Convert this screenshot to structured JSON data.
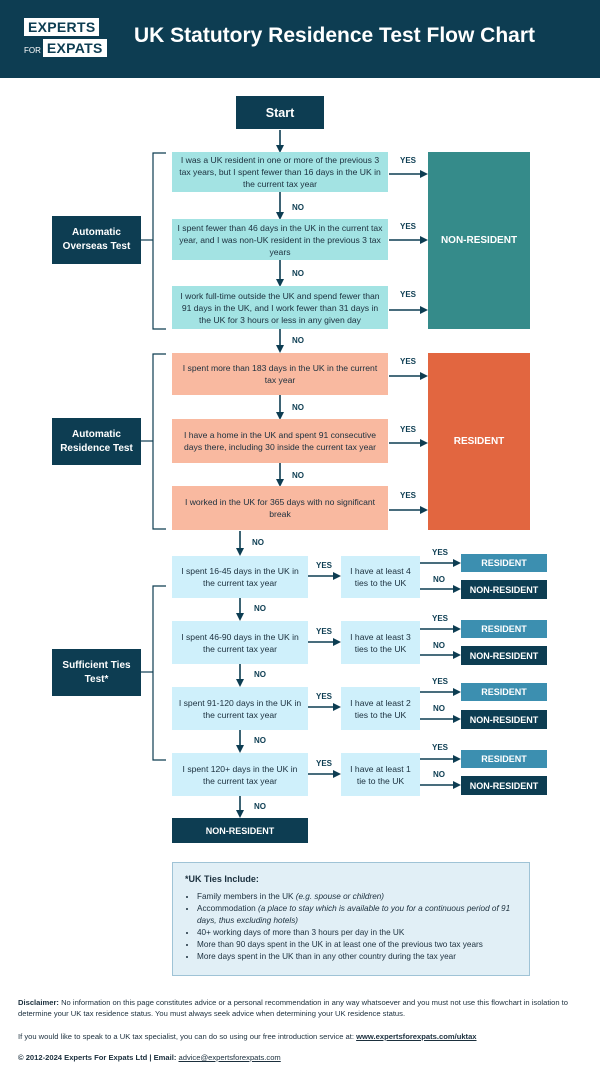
{
  "header": {
    "logo_top": "EXPERTS",
    "logo_for": "FOR",
    "logo_bottom": "EXPATS",
    "title": "UK Statutory Residence Test Flow Chart"
  },
  "start": "Start",
  "labels": {
    "yes": "YES",
    "no": "NO"
  },
  "overseas": {
    "test_label": "Automatic Overseas Test",
    "result": "NON-RESIDENT",
    "q1": "I was a UK resident in one or more of the previous 3 tax years, but I spent fewer than 16 days in the UK in the current tax year",
    "q2": "I spent fewer than 46 days in the UK in the current tax year, and I was non-UK resident in the previous 3 tax years",
    "q3": "I work full-time outside the UK and spend fewer than 91 days in the UK, and I work fewer than 31 days in the UK for 3 hours or less in any given day"
  },
  "residence": {
    "test_label": "Automatic Residence Test",
    "result": "RESIDENT",
    "q1": "I spent more than 183 days in the UK in the current tax year",
    "q2": "I have a home in the UK and spent 91 consecutive days there, including 30 inside the current tax year",
    "q3": "I worked in the UK for 365 days with no significant break"
  },
  "ties": {
    "test_label": "Sufficient Ties Test*",
    "rows": [
      {
        "days": "I spent 16-45 days in the UK in the current tax year",
        "tie": "I have at least 4 ties to the UK",
        "yes_result": "RESIDENT",
        "no_result": "NON-RESIDENT"
      },
      {
        "days": "I spent 46-90 days in the UK in the current tax year",
        "tie": "I have at least 3 ties to the UK",
        "yes_result": "RESIDENT",
        "no_result": "NON-RESIDENT"
      },
      {
        "days": "I spent 91-120 days in the UK in the current tax year",
        "tie": "I have at least 2 ties to the UK",
        "yes_result": "RESIDENT",
        "no_result": "NON-RESIDENT"
      },
      {
        "days": "I spent 120+ days in the UK in the current tax year",
        "tie": "I have at least 1 tie to the UK",
        "yes_result": "RESIDENT",
        "no_result": "NON-RESIDENT"
      }
    ],
    "final": "NON-RESIDENT"
  },
  "uk_ties": {
    "title": "*UK Ties Include:",
    "items": [
      {
        "text": "Family members in the UK ",
        "note": "(e.g. spouse or children)"
      },
      {
        "text": "Accommodation ",
        "note": "(a place to stay which is available to you for a continuous period of 91 days, thus excluding hotels)"
      },
      {
        "text": "40+ working days of more than 3 hours per day in the UK",
        "note": ""
      },
      {
        "text": "More than 90 days spent in the UK in at least one of the previous two tax years",
        "note": ""
      },
      {
        "text": "More days spent in the UK than in any other country during the tax year",
        "note": ""
      }
    ]
  },
  "footer": {
    "disclaimer_label": "Disclaimer:",
    "disclaimer_text": " No information on this page constitutes advice or a personal recommendation in any way whatsoever and you must not use this flowchart in isolation to determine your UK tax residence status. You must always seek advice when determining your UK residence status.",
    "contact_text": "If you would like to speak to a UK tax specialist, you can do so using our free introduction service at: ",
    "contact_link": "www.expertsforexpats.com/uktax",
    "copyright": "© 2012-2024 Experts For Expats Ltd | Email: ",
    "email": "advice@expertsforexpats.com"
  },
  "colors": {
    "navy": "#0d3d52",
    "teal_box": "#a3e3e3",
    "teal_result": "#358b8a",
    "salmon_box": "#f9b9a0",
    "orange_result": "#e26640",
    "light_box": "#cff0fb",
    "resident_blue": "#3c8fb0"
  }
}
